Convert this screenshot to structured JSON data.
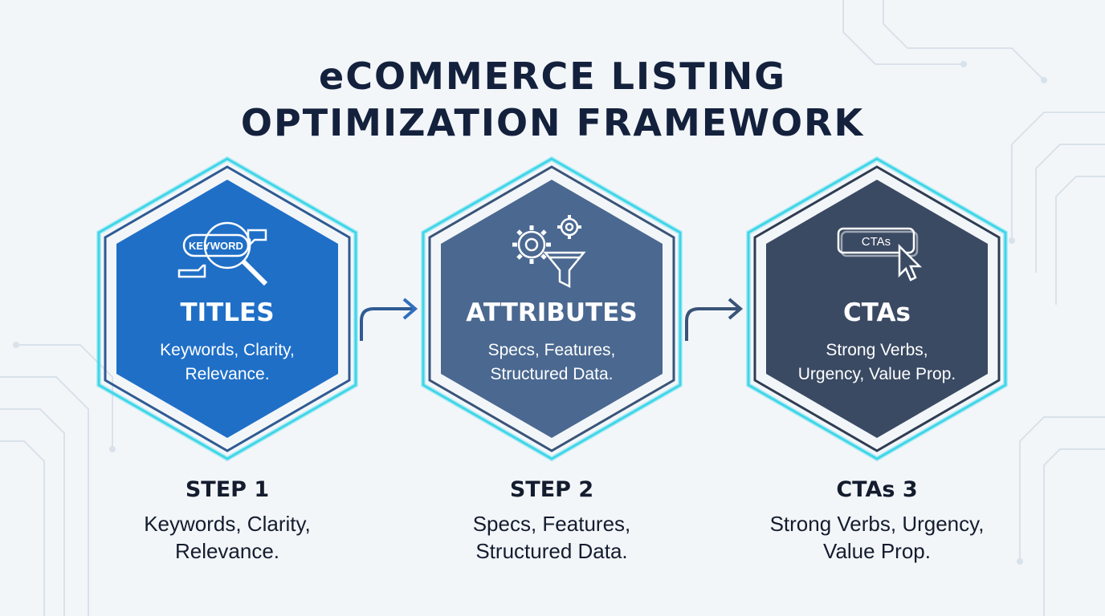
{
  "title": {
    "line1": "eCOMMERCE LISTING",
    "line2": "OPTIMIZATION FRAMEWORK"
  },
  "colors": {
    "step1_fill": "#1f6fc7",
    "step2_fill": "#4a6890",
    "step3_fill": "#3a4a63",
    "glow": "#3fd6e8",
    "title_text": "#14213d"
  },
  "steps": [
    {
      "icon": "keyword-search-icon",
      "icon_text": "KEYWORD",
      "heading": "TITLES",
      "desc_line1": "Keywords, Clarity,",
      "desc_line2": "Relevance.",
      "caption_label": "STEP 1",
      "caption_line1": "Keywords, Clarity,",
      "caption_line2": "Relevance."
    },
    {
      "icon": "gears-funnel-icon",
      "heading": "ATTRIBUTES",
      "desc_line1": "Specs, Features,",
      "desc_line2": "Structured Data.",
      "caption_label": "STEP 2",
      "caption_line1": "Specs, Features,",
      "caption_line2": "Structured Data."
    },
    {
      "icon": "cta-button-cursor-icon",
      "icon_text": "CTAs",
      "heading": "CTAs",
      "desc_line1": "Strong Verbs,",
      "desc_line2": "Urgency, Value Prop.",
      "caption_label": "CTAs 3",
      "caption_line1": "Strong Verbs, Urgency,",
      "caption_line2": "Value Prop."
    }
  ]
}
